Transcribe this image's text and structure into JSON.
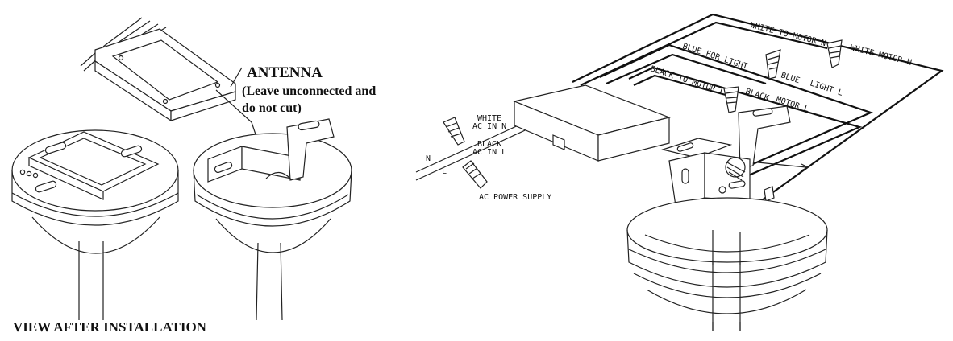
{
  "left_panel": {
    "antenna_label": "ANTENNA",
    "antenna_note_line1": "(Leave unconnected and",
    "antenna_note_line2": "do not cut)",
    "caption": "VIEW AFTER INSTALLATION"
  },
  "right_panel": {
    "labels": {
      "white_to_motor_n": "WHITE    TO MOTOR N",
      "white_motor_n": "WHITE    MOTOR N",
      "blue_for_light": "BLUE    FOR LIGHT",
      "blue": "BLUE",
      "light_l": "LIGHT L",
      "black_to_motor_l": "BLACK    TO MOTOR L",
      "black": "BLACK",
      "motor_l": "MOTOR L",
      "white_ac": "WHITE",
      "ac_in_n": "AC IN N",
      "black_ac": "BLACK",
      "ac_in_l": "AC IN L",
      "n": "N",
      "l": "L",
      "ac_power_supply": "AC POWER SUPPLY"
    }
  }
}
